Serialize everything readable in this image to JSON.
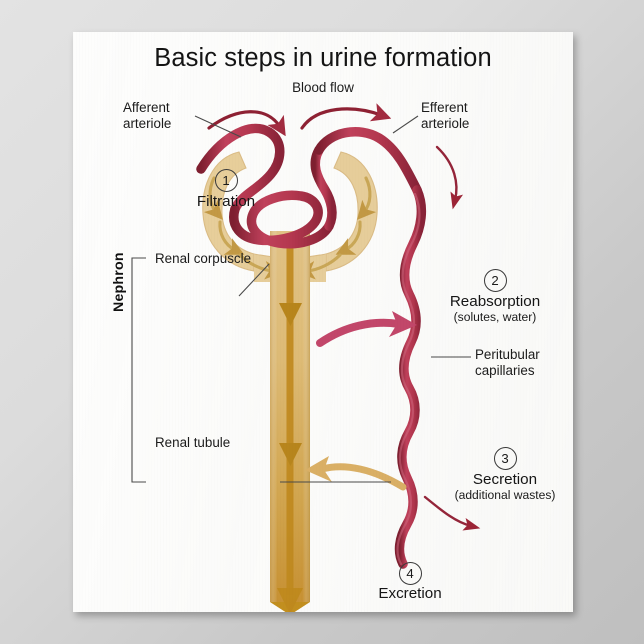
{
  "poster": {
    "title": "Basic steps in urine formation",
    "blood_flow_label": "Blood flow",
    "afferent_label": "Afferent\narteriole",
    "efferent_label": "Efferent\narteriole",
    "nephron_label": "Nephron",
    "renal_corpuscle_label": "Renal corpuscle",
    "renal_tubule_label": "Renal tubule",
    "peritubular_label": "Peritubular\ncapillaries",
    "steps": [
      {
        "number": "1",
        "label": "Filtration",
        "sub": ""
      },
      {
        "number": "2",
        "label": "Reabsorption",
        "sub": "(solutes, water)"
      },
      {
        "number": "3",
        "label": "Secretion",
        "sub": "(additional wastes)"
      },
      {
        "number": "4",
        "label": "Excretion",
        "sub": ""
      }
    ]
  },
  "colors": {
    "background": "#dcdcdc",
    "paper": "#fdfdfc",
    "blood_vessel": "#b5374f",
    "blood_vessel_dark": "#8f2133",
    "tubule_fill": "#e8cf9b",
    "tubule_stroke": "#d8bd83",
    "tubule_body": "#d9b464",
    "tubule_body_dark": "#c08b24",
    "tubule_arrow": "#c18a1e",
    "capsule_arrow": "#cba857",
    "reabsorption_arrow": "#c4476b",
    "secretion_arrow": "#dcb166",
    "text": "#1b1b1b",
    "leader_line": "#4a4a4a"
  }
}
